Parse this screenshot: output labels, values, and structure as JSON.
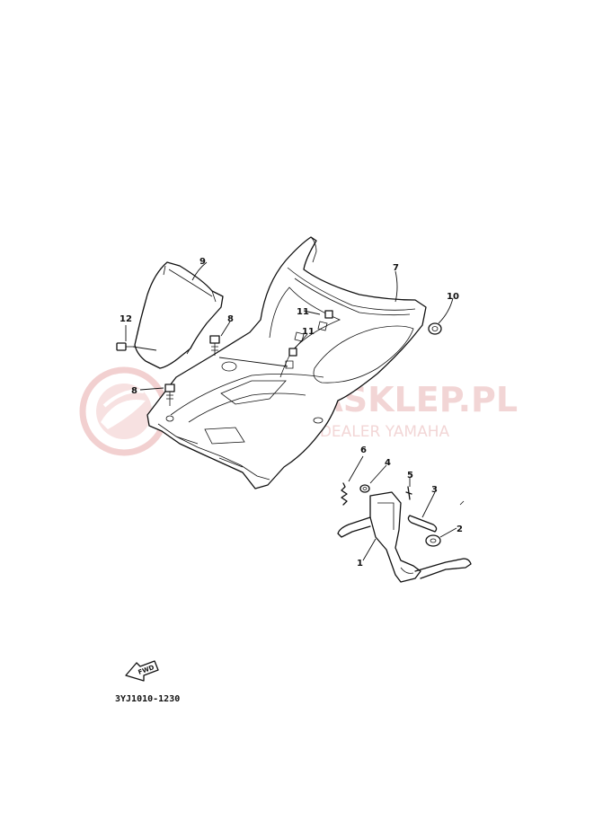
{
  "watermark": {
    "brand": "YAMAHASKLEP.PL",
    "tagline": "WYSCIELHOWY DEALER YAMAHA"
  },
  "callouts": [
    {
      "id": "c1",
      "text": "1"
    },
    {
      "id": "c2",
      "text": "2"
    },
    {
      "id": "c3",
      "text": "3"
    },
    {
      "id": "c4",
      "text": "4"
    },
    {
      "id": "c5",
      "text": "5"
    },
    {
      "id": "c6",
      "text": "6"
    },
    {
      "id": "c7",
      "text": "7"
    },
    {
      "id": "c8a",
      "text": "8"
    },
    {
      "id": "c8b",
      "text": "8"
    },
    {
      "id": "c9",
      "text": "9"
    },
    {
      "id": "c10",
      "text": "10"
    },
    {
      "id": "c11a",
      "text": "11"
    },
    {
      "id": "c11b",
      "text": "11"
    },
    {
      "id": "c12",
      "text": "12"
    }
  ],
  "fwd_arrow_label": "FWD",
  "diagram_code": "3YJ1010-1230"
}
